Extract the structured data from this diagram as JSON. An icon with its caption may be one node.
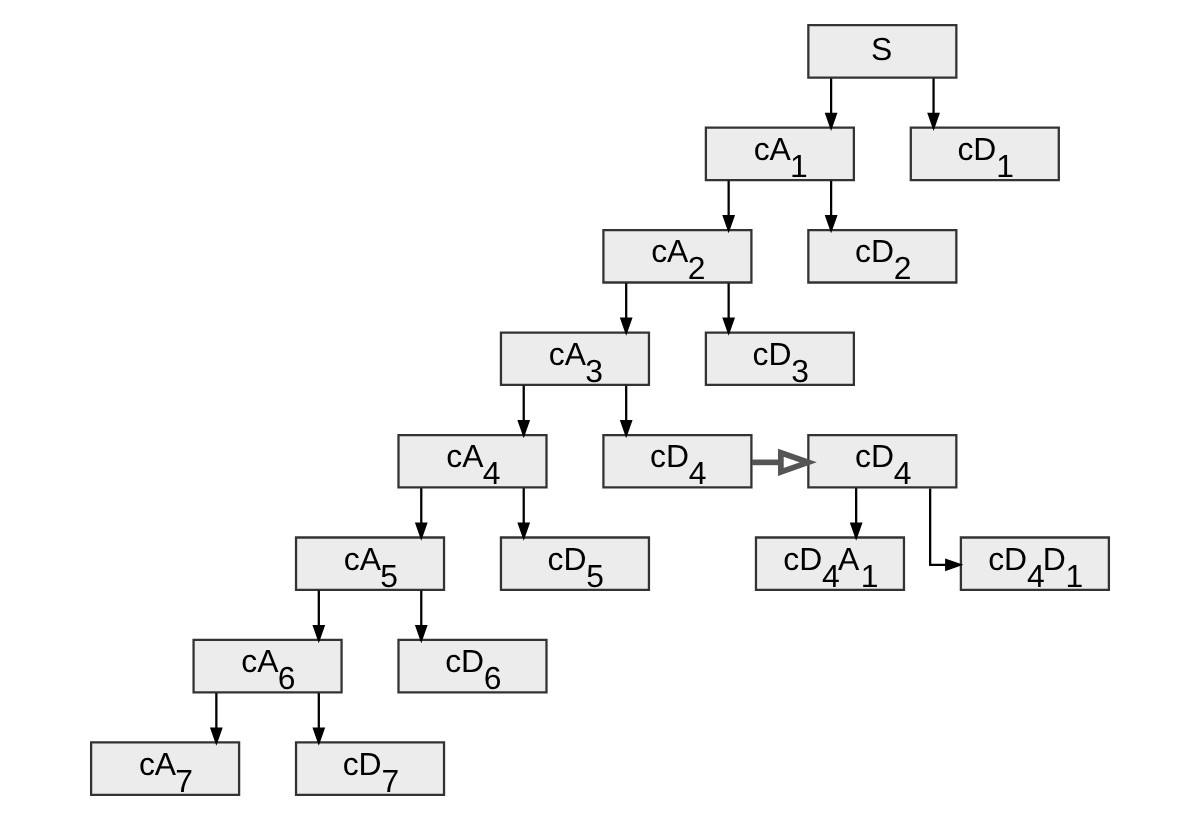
{
  "diagram": {
    "nodes": [
      {
        "text": [
          "S"
        ]
      },
      {
        "text": [
          "cA$_{1}$"
        ]
      },
      {
        "text": [
          "cD$_{1}$"
        ]
      },
      {
        "text": [
          "cA$_{2}$"
        ]
      },
      {
        "text": [
          "cD$_{2}$"
        ]
      },
      {
        "text": [
          "cA$_{3}$"
        ]
      },
      {
        "text": [
          "cD$_{3}$"
        ]
      },
      {
        "text": [
          "cA$_{4}$"
        ]
      },
      {
        "text": [
          "cD$_{4}$"
        ]
      },
      {
        "text": [
          "cA$_{5}$"
        ]
      },
      {
        "text": [
          "cD$_{5}$"
        ]
      },
      {
        "text": [
          "cA$_{6}$"
        ]
      },
      {
        "text": [
          "cD$_{6}$"
        ]
      },
      {
        "text": [
          "cA$_{7}$"
        ]
      },
      {
        "text": [
          "cD$_{7}$"
        ]
      },
      {
        "text": [
          "cD$_{4}$"
        ]
      },
      {
        "text": [
          "cD$_{4}$A$_{1}$"
        ]
      },
      {
        "text": [
          "cD$_{4}$D$_{1}$"
        ]
      }
    ],
    "edges": [
      {
        "from": 0,
        "to": 1,
        "arrow": "to"
      },
      {
        "from": 0,
        "to": 2,
        "arrow": "to"
      },
      {
        "from": 1,
        "to": 3,
        "arrow": "to"
      },
      {
        "from": 1,
        "to": 4,
        "arrow": "to"
      },
      {
        "from": 3,
        "to": 5,
        "arrow": "to"
      },
      {
        "from": 3,
        "to": 6,
        "arrow": "to"
      },
      {
        "from": 5,
        "to": 7,
        "arrow": "to"
      },
      {
        "from": 5,
        "to": 8,
        "arrow": "to"
      },
      {
        "from": 7,
        "to": 9,
        "arrow": "to"
      },
      {
        "from": 7,
        "to": 10,
        "arrow": "to"
      },
      {
        "from": 9,
        "to": 11,
        "arrow": "to"
      },
      {
        "from": 9,
        "to": 12,
        "arrow": "to"
      },
      {
        "from": 11,
        "to": 13,
        "arrow": "to"
      },
      {
        "from": 11,
        "to": 14,
        "arrow": "to"
      },
      {
        "from": 8,
        "to": 15,
        "arrow": "to",
        "style": "thick"
      },
      {
        "from": 15,
        "to": 16,
        "arrow": "to"
      },
      {
        "from": 15,
        "to": 17,
        "arrow": "to"
      }
    ]
  }
}
